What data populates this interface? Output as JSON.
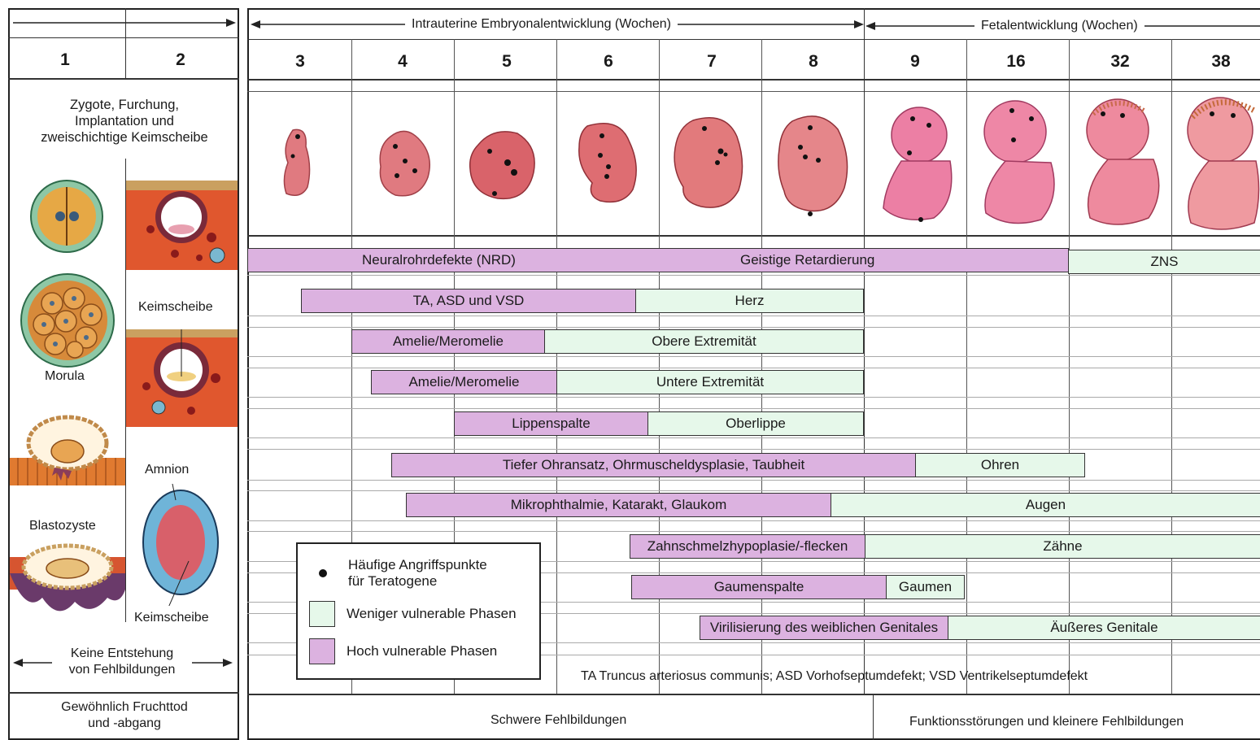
{
  "left_panel": {
    "week_numbers": [
      "1",
      "2"
    ],
    "stage_title": "Zygote, Furchung,\nImplantation und\nzweischichtige Keimscheibe",
    "morula_label": "Morula",
    "blastozyste_label": "Blastozyste",
    "keimscheibe_label_top": "Keimscheibe",
    "amnion_label": "Amnion",
    "keimscheibe_label_bottom": "Keimscheibe",
    "no_malformation": "Keine Entstehung\nvon Fehlbildungen",
    "footer": "Gewöhnlich Fruchttod\nund -abgang"
  },
  "main": {
    "embryonal_header": "Intrauterine Embryonalentwicklung (Wochen)",
    "fetal_header": "Fetalentwicklung (Wochen)",
    "weeks": [
      "3",
      "4",
      "5",
      "6",
      "7",
      "8",
      "9",
      "16",
      "32",
      "38"
    ],
    "bars": [
      {
        "high": "Neuralrohrdefekte (NRD)",
        "high2": "Geistige Retardierung",
        "low": "ZNS"
      },
      {
        "high": "TA, ASD und VSD",
        "low": "Herz"
      },
      {
        "high": "Amelie/Meromelie",
        "low": "Obere Extremität"
      },
      {
        "high": "Amelie/Meromelie",
        "low": "Untere Extremität"
      },
      {
        "high": "Lippenspalte",
        "low": "Oberlippe"
      },
      {
        "high": "Tiefer Ohransatz, Ohrmuscheldysplasie, Taubheit",
        "low": "Ohren"
      },
      {
        "high": "Mikrophthalmie, Katarakt, Glaukom",
        "low": "Augen"
      },
      {
        "high": "Zahnschmelzhypoplasie/-flecken",
        "low": "Zähne"
      },
      {
        "high": "Gaumenspalte",
        "low": "Gaumen"
      },
      {
        "high": "Virilisierung des weiblichen Genitales",
        "low": "Äußeres Genitale"
      }
    ],
    "abbreviations": "TA Truncus arteriosus communis; ASD Vorhofseptumdefekt; VSD Ventrikelseptumdefekt",
    "footer_left": "Schwere Fehlbildungen",
    "footer_right": "Funktionsstörungen und kleinere Fehlbildungen"
  },
  "legend": {
    "dot_label": "Häufige Angriffspunkte\nfür Teratogene",
    "low_label": "Weniger vulnerable Phasen",
    "high_label": "Hoch vulnerable Phasen"
  },
  "colors": {
    "high_vulnerable": "#dcb2e0",
    "low_vulnerable": "#e6f8ea",
    "embryo": "#e2736f",
    "decidua": "#c84a3a"
  }
}
